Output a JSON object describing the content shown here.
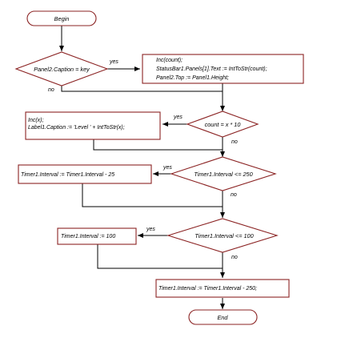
{
  "flowchart": {
    "start_label": "Begin",
    "end_label": "End",
    "decision1": {
      "text": "Panel2.Caption = key",
      "yes": "yes",
      "no": "no"
    },
    "process1": {
      "line1": "Inc(count);",
      "line2": "StatusBar1.Panels[1].Text := IntToStr(count);",
      "line3": "Panel2.Top := Panel1.Height;"
    },
    "decision2": {
      "text": "count = x * 10",
      "yes": "yes",
      "no": "no"
    },
    "process2": {
      "line1": "Inc(x);",
      "line2": "Label1.Caption := 'Level ' + IntToStr(x);"
    },
    "decision3": {
      "text": "Timer1.Interval <= 250",
      "yes": "yes",
      "no": "no"
    },
    "process3": {
      "text": "Timer1.Interval := Timer1.Interval - 25"
    },
    "decision4": {
      "text": "Timer1.Interval <= 100",
      "yes": "yes",
      "no": "no"
    },
    "process4": {
      "text": "Timer1.Interval := 100"
    },
    "process5": {
      "text": "Timer1.Interval := Timer1.Interval - 250;"
    }
  },
  "colors": {
    "shape_border": "#8b2323",
    "connector": "#000000",
    "background": "#ffffff"
  }
}
